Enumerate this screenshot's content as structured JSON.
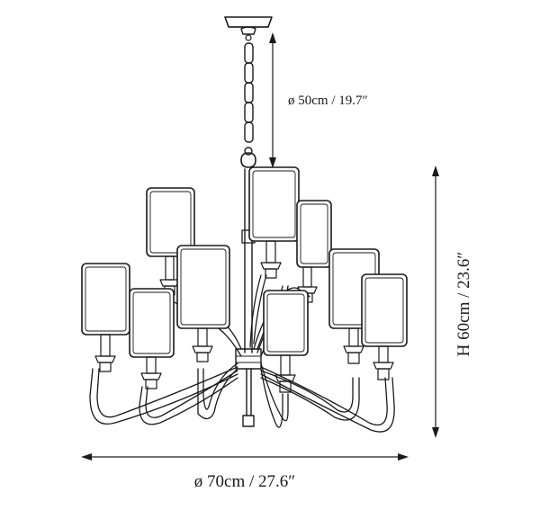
{
  "dimensions": {
    "chain_length": "ø 50cm / 19.7″",
    "height": "H 60cm / 23.6″",
    "diameter": "ø 70cm / 27.6″"
  },
  "line_color": "#1a1a1a",
  "background_color": "#ffffff"
}
